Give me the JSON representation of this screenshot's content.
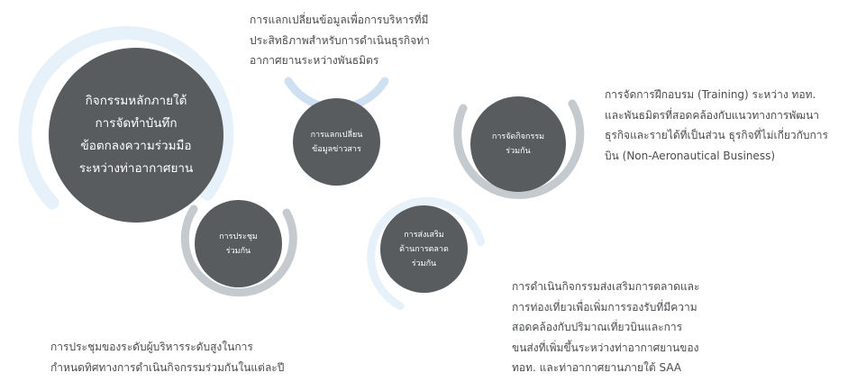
{
  "main_circle": {
    "text": "กิจกรรมหลักภายใต้\nการจัดทำบันทึก\nข้อตกลงความร่วมมือ\nระหว่างท่าอากาศยาน"
  },
  "activities": {
    "meeting": {
      "circle_text": "การประชุม\nร่วมกัน",
      "description": "การประชุมของระดับผู้บริหารระดับสูงในการ\nกำหนดทิศทางการดำเนินกิจกรรมร่วมกันในแต่ละปี"
    },
    "information_exchange": {
      "circle_text": "การแลกเปลี่ยน\nข้อมูลข่าวสาร",
      "description": "การแลกเปลี่ยนข้อมูลเพื่อการบริหารที่มี\nประสิทธิภาพสำหรับการดำเนินธุรกิจท่า\nอากาศยานระหว่างพันธมิตร"
    },
    "marketing_promotion": {
      "circle_text": "การส่งเสริม\nด้านการตลาด\nร่วมกัน",
      "description": "การดำเนินกิจกรรมส่งเสริมการตลาดและ\nการท่องเที่ยวเพื่อเพิ่มการรองรับที่มีความ\nสอดคล้องกับปริมาณเที่ยวบินและการ\nขนส่งที่เพิ่มขึ้นระหว่างท่าอากาศยานของ\nทอท. และท่าอากาศยานภายใต้ SAA"
    },
    "joint_activities": {
      "circle_text": "การจัดกิจกรรม\nร่วมกัน",
      "description": "การจัดการฝึกอบรม (Training) ระหว่าง ทอท.\nและพันธมิตรที่สอดคล้องกับแนวทางการพัฒนา\nธุรกิจและรายได้ที่เป็นส่วน ธุรกิจที่ไม่เกี่ยวกับการ\nบิน (Non-Aeronautical Business)"
    }
  },
  "colors": {
    "circle_fill": "#595c5e",
    "ring_light_blue": "#e6f1fa",
    "ring_blue": "#cfe0f2",
    "ring_gray": "#c5cacf",
    "description_text": "#4a4c4e"
  }
}
